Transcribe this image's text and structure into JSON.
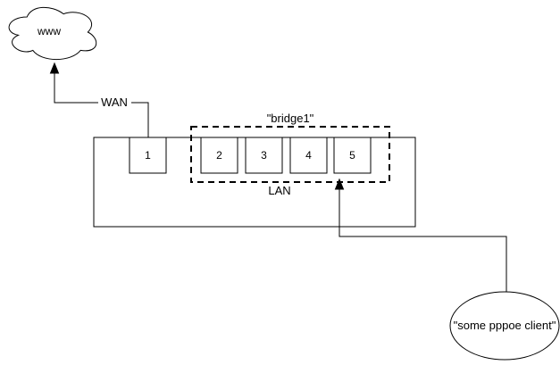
{
  "diagram": {
    "cloud": {
      "label": "www"
    },
    "wan": {
      "label": "WAN"
    },
    "router": {
      "ports": [
        "1",
        "2",
        "3",
        "4",
        "5"
      ]
    },
    "bridge": {
      "label": "\"bridge1\""
    },
    "lan": {
      "label": "LAN"
    },
    "client": {
      "label": "\"some pppoe client\""
    },
    "colors": {
      "stroke": "#000000",
      "background": "#ffffff",
      "text": "#000000"
    }
  }
}
